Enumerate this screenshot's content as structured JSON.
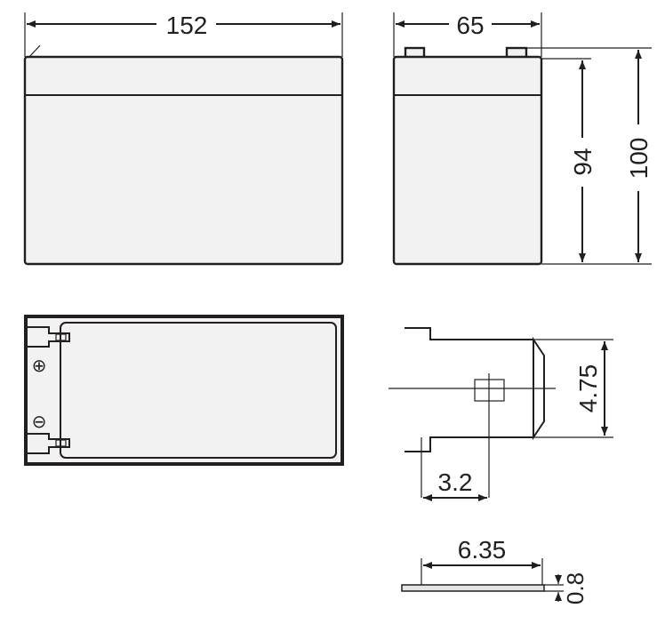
{
  "dimensions": {
    "length": "152",
    "width": "65",
    "height_case": "94",
    "height_total": "100",
    "terminal_width": "4.75",
    "terminal_hole_offset": "3.2",
    "terminal_tab_width": "6.35",
    "terminal_thickness": "0.8"
  },
  "symbols": {
    "positive": "⊕",
    "negative": "⊖"
  },
  "colors": {
    "line": "#231f20",
    "body_fill": "#f2f2f3"
  }
}
